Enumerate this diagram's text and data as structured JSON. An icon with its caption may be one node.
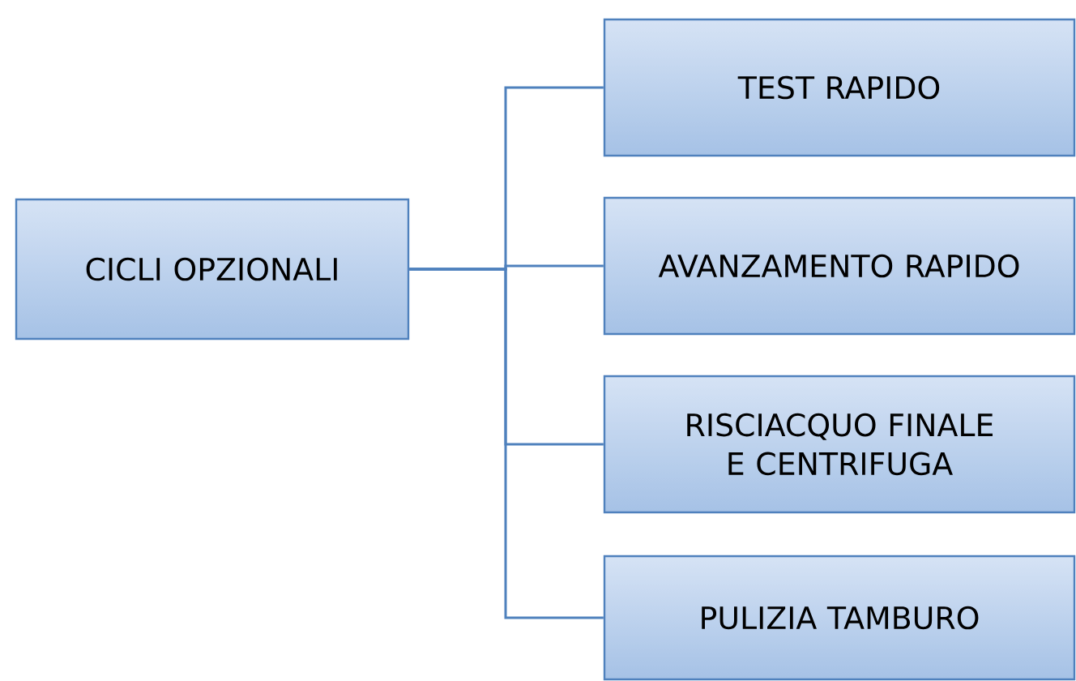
{
  "diagram": {
    "nodes": [
      {
        "text": [
          "CICLI OPZIONALI"
        ]
      },
      {
        "text": [
          "TEST RAPIDO"
        ]
      },
      {
        "text": [
          "AVANZAMENTO RAPIDO"
        ]
      },
      {
        "text": [
          "RISCIACQUO FINALE E CENTRIFUGA"
        ]
      },
      {
        "text": [
          "PULIZIA TAMBURO"
        ]
      }
    ],
    "edges": [
      {
        "from": 0,
        "to": 1,
        "arrow": "none"
      },
      {
        "from": 0,
        "to": 2,
        "arrow": "none"
      },
      {
        "from": 0,
        "to": 3,
        "arrow": "none"
      },
      {
        "from": 0,
        "to": 4,
        "arrow": "none"
      }
    ]
  }
}
